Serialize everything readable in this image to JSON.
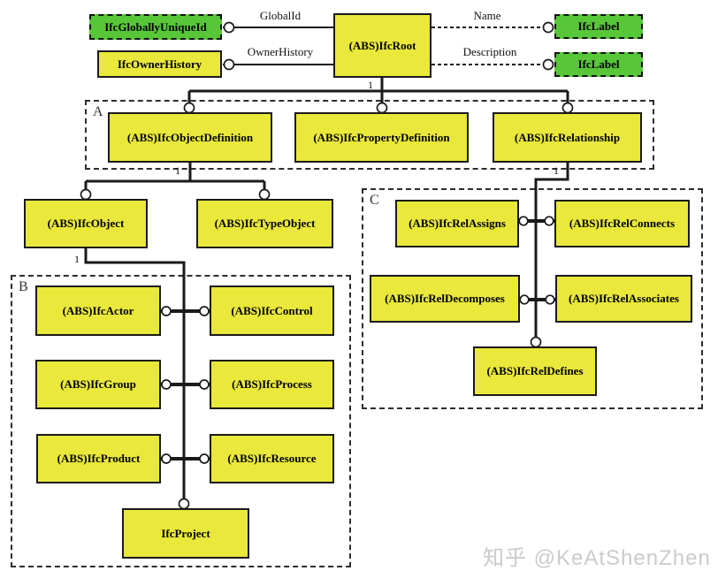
{
  "colors": {
    "entity_fill": "#e9e83b",
    "type_fill": "#57c637",
    "line": "#1a1a1a",
    "watermark_gray": "#cbcbcb"
  },
  "groups": {
    "a": "A",
    "b": "B",
    "c": "C"
  },
  "edges": {
    "global_id": "GlobalId",
    "owner_history": "OwnerHistory",
    "name": "Name",
    "description": "Description"
  },
  "mult": {
    "root": "1",
    "object_definition": "1",
    "object": "1",
    "relationship": "1"
  },
  "nodes": {
    "ifc_globally_unique_id": {
      "label": "IfcGloballyUniqueId"
    },
    "ifc_owner_history": {
      "label": "IfcOwnerHistory"
    },
    "ifc_root": {
      "label": "(ABS)IfcRoot"
    },
    "ifc_label_name": {
      "label": "IfcLabel"
    },
    "ifc_label_description": {
      "label": "IfcLabel"
    },
    "ifc_object_definition": {
      "label": "(ABS)IfcObjectDefinition"
    },
    "ifc_property_definition": {
      "label": "(ABS)IfcPropertyDefinition"
    },
    "ifc_relationship": {
      "label": "(ABS)IfcRelationship"
    },
    "ifc_object": {
      "label": "(ABS)IfcObject"
    },
    "ifc_type_object": {
      "label": "(ABS)IfcTypeObject"
    },
    "ifc_actor": {
      "label": "(ABS)IfcActor"
    },
    "ifc_control": {
      "label": "(ABS)IfcControl"
    },
    "ifc_group": {
      "label": "(ABS)IfcGroup"
    },
    "ifc_process": {
      "label": "(ABS)IfcProcess"
    },
    "ifc_product": {
      "label": "(ABS)IfcProduct"
    },
    "ifc_resource": {
      "label": "(ABS)IfcResource"
    },
    "ifc_project": {
      "label": "IfcProject"
    },
    "ifc_rel_assigns": {
      "label": "(ABS)IfcRelAssigns"
    },
    "ifc_rel_connects": {
      "label": "(ABS)IfcRelConnects"
    },
    "ifc_rel_decomposes": {
      "label": "(ABS)IfcRelDecomposes"
    },
    "ifc_rel_associates": {
      "label": "(ABS)IfcRelAssociates"
    },
    "ifc_rel_defines": {
      "label": "(ABS)IfcRelDefines"
    }
  },
  "watermark": {
    "text": "知乎 @KeAtShenZhen"
  }
}
